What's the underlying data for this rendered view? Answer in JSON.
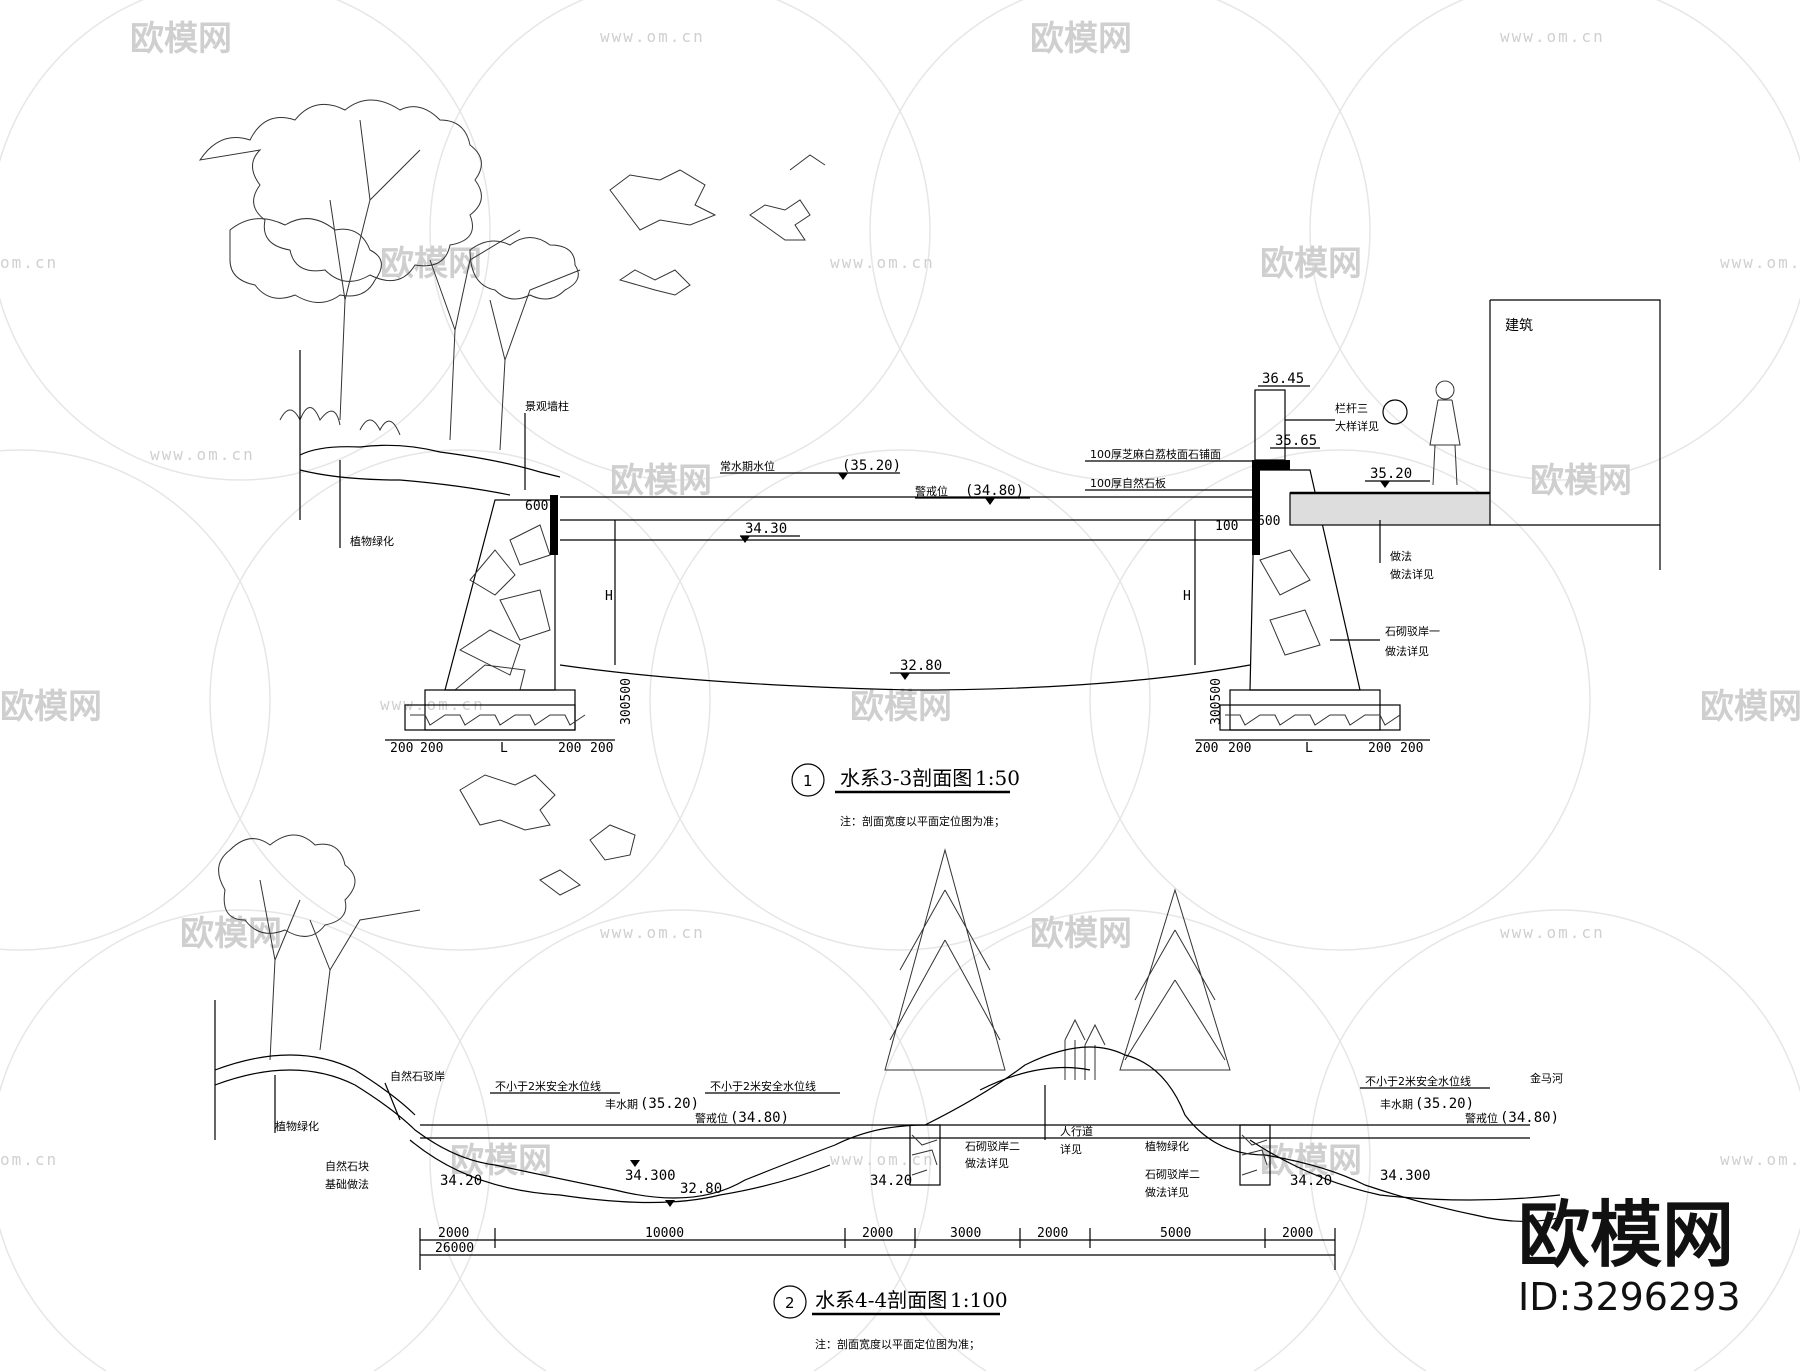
{
  "watermark": {
    "brand": "欧模网",
    "url": "www.om.cn",
    "url_short": "om.cn"
  },
  "logo": {
    "brand": "欧模网",
    "id": "ID:3296293"
  },
  "section1": {
    "title": "水系3-3剖面图",
    "scale": "1:50",
    "number": "1",
    "note": "注：剖面宽度以平面定位图为准；",
    "labels": {
      "building": "建筑",
      "landscape_wall": "景观墙柱",
      "planting": "植物绿化",
      "normal_level": "常水期水位",
      "warning_level": "警戒位",
      "paving1": "100厚芝麻白荔枝面石铺面",
      "paving2": "100厚自然石板",
      "railing": "栏杆三",
      "railing_ref": "大样详见",
      "method": "做法",
      "method_ref": "做法详见",
      "stone_revetment": "石砌驳岸一",
      "stone_ref": "做法详见"
    },
    "levels": {
      "normal": "(35.20)",
      "warning": "(34.80)",
      "water": "34.30",
      "bottom": "32.80",
      "wall_top": "36.45",
      "wall_mid": "35.65",
      "ground_right": "35.20"
    },
    "dims": {
      "d600": "600",
      "d100": "100",
      "H": "H",
      "L": "L",
      "d200": "200",
      "base": "300500"
    }
  },
  "section2": {
    "title": "水系4-4剖面图",
    "scale": "1:100",
    "number": "2",
    "note": "注：剖面宽度以平面定位图为准；",
    "labels": {
      "natural_stone": "自然石驳岸",
      "planting": "植物绿化",
      "natural_rock": "自然石块",
      "revetment_method": "基础做法",
      "safe_line": "不小于2米安全水位线",
      "normal_level": "丰水期",
      "warning_level": "警戒位",
      "stone_rev2": "石砌驳岸二",
      "stone_ref": "做法详见",
      "walkway": "人行道",
      "walk_ref": "详见",
      "golden_river": "金马河"
    },
    "levels": {
      "normal": "(35.20)",
      "warning": "(34.80)",
      "bank_left": "34.20",
      "water": "34.300",
      "bottom": "32.80",
      "bank_mid": "34.20",
      "bank_right": "34.20",
      "water_right": "34.300"
    },
    "dims": {
      "seg": [
        "2000",
        "10000",
        "2000",
        "3000",
        "2000",
        "5000",
        "2000"
      ],
      "total": "26000"
    }
  }
}
